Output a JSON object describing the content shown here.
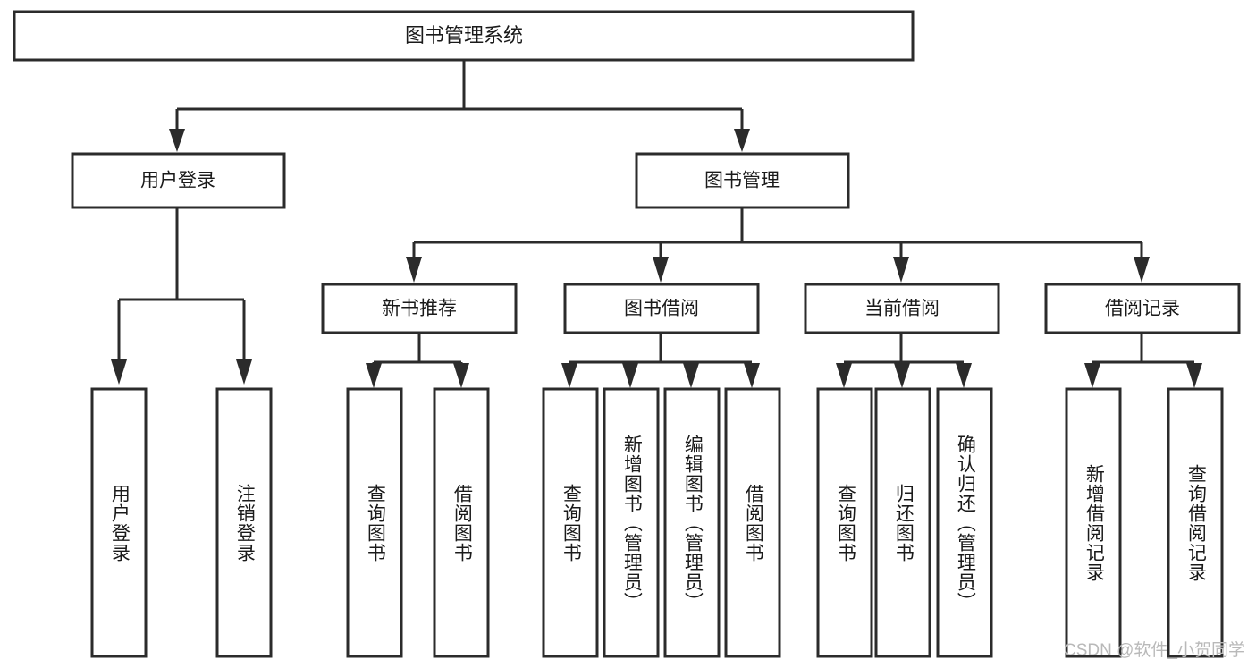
{
  "diagram": {
    "type": "tree-hierarchy",
    "title": "图书管理系统",
    "watermark": "CSDN @软件_小贺同学",
    "colors": {
      "stroke": "#2b2b2b",
      "fill": "#ffffff",
      "text": "#1a1a1a",
      "watermark": "#b9b9b9"
    },
    "levels": {
      "root": {
        "label": "图书管理系统"
      },
      "level2": [
        {
          "label": "用户登录"
        },
        {
          "label": "图书管理"
        }
      ],
      "level3": [
        {
          "label": "新书推荐"
        },
        {
          "label": "图书借阅"
        },
        {
          "label": "当前借阅"
        },
        {
          "label": "借阅记录"
        }
      ]
    },
    "leaves": {
      "user_login": [
        {
          "label": "用户登录"
        },
        {
          "label": "注销登录"
        }
      ],
      "new_book_recommend": [
        {
          "label": "查询图书"
        },
        {
          "label": "借阅图书"
        }
      ],
      "book_borrow": [
        {
          "label": "查询图书"
        },
        {
          "label": "新增图书（管理员）"
        },
        {
          "label": "编辑图书（管理员）"
        },
        {
          "label": "借阅图书"
        }
      ],
      "current_borrow": [
        {
          "label": "查询图书"
        },
        {
          "label": "归还图书"
        },
        {
          "label": "确认归还（管理员）"
        }
      ],
      "borrow_records": [
        {
          "label": "新增借阅记录"
        },
        {
          "label": "查询借阅记录"
        }
      ]
    }
  }
}
